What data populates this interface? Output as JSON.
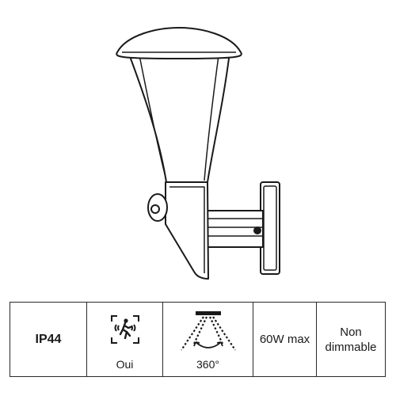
{
  "specs": {
    "ip_rating": "IP44",
    "motion_sensor": {
      "icon": "motion-sensor-icon",
      "label": "Oui"
    },
    "detection_angle": {
      "icon": "detection-angle-icon",
      "label": "360°"
    },
    "max_power": "60W max",
    "dimmable_line1": "Non",
    "dimmable_line2": "dimmable"
  }
}
